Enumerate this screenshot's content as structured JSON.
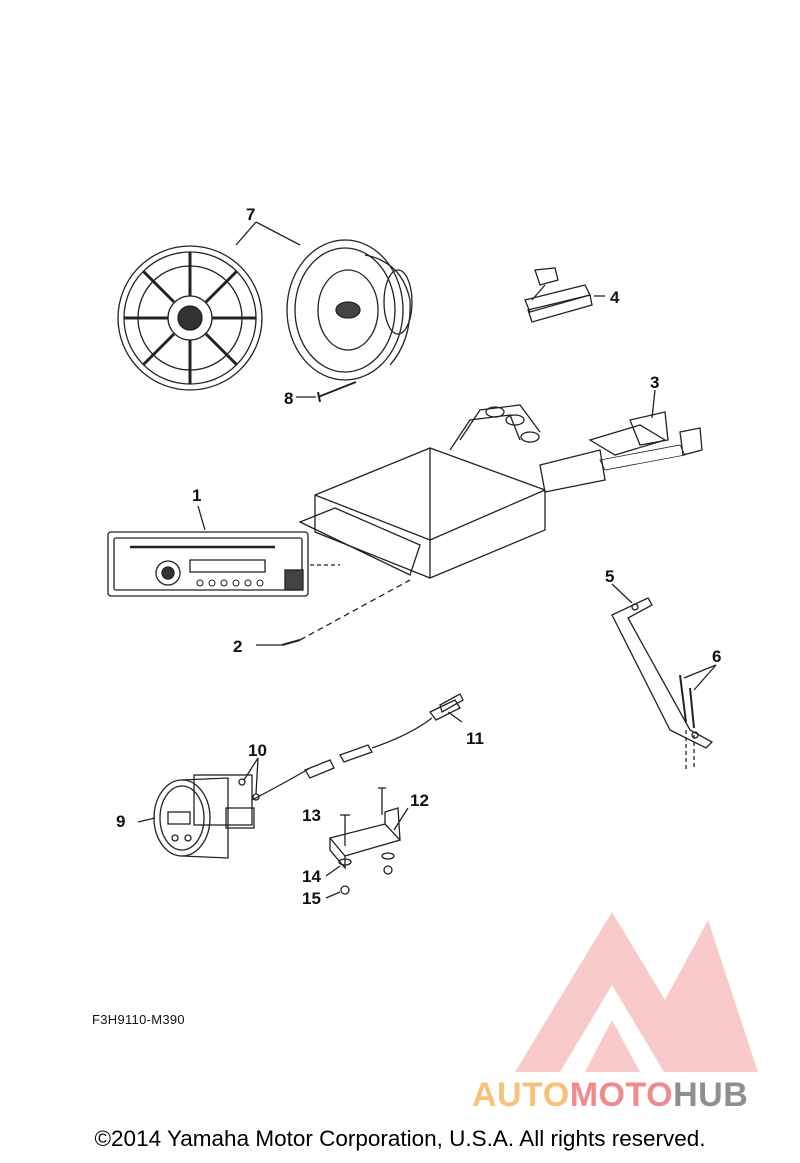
{
  "figure": {
    "reference_code": "F3H9110-M390",
    "copyright": "©2014 Yamaha Motor Corporation, U.S.A. All rights reserved."
  },
  "callouts": [
    "1",
    "2",
    "3",
    "4",
    "5",
    "6",
    "7",
    "8",
    "9",
    "10",
    "11",
    "12",
    "13",
    "14",
    "15"
  ],
  "watermark": {
    "part1": "AUTO",
    "part2": "MOTO",
    "part3": "HUB",
    "colors": {
      "auto": "#f5c27a",
      "moto": "#f08b8b",
      "hub": "#8f8f8f",
      "logo": "#f3a0a0"
    }
  },
  "colors": {
    "line": "#222222"
  }
}
